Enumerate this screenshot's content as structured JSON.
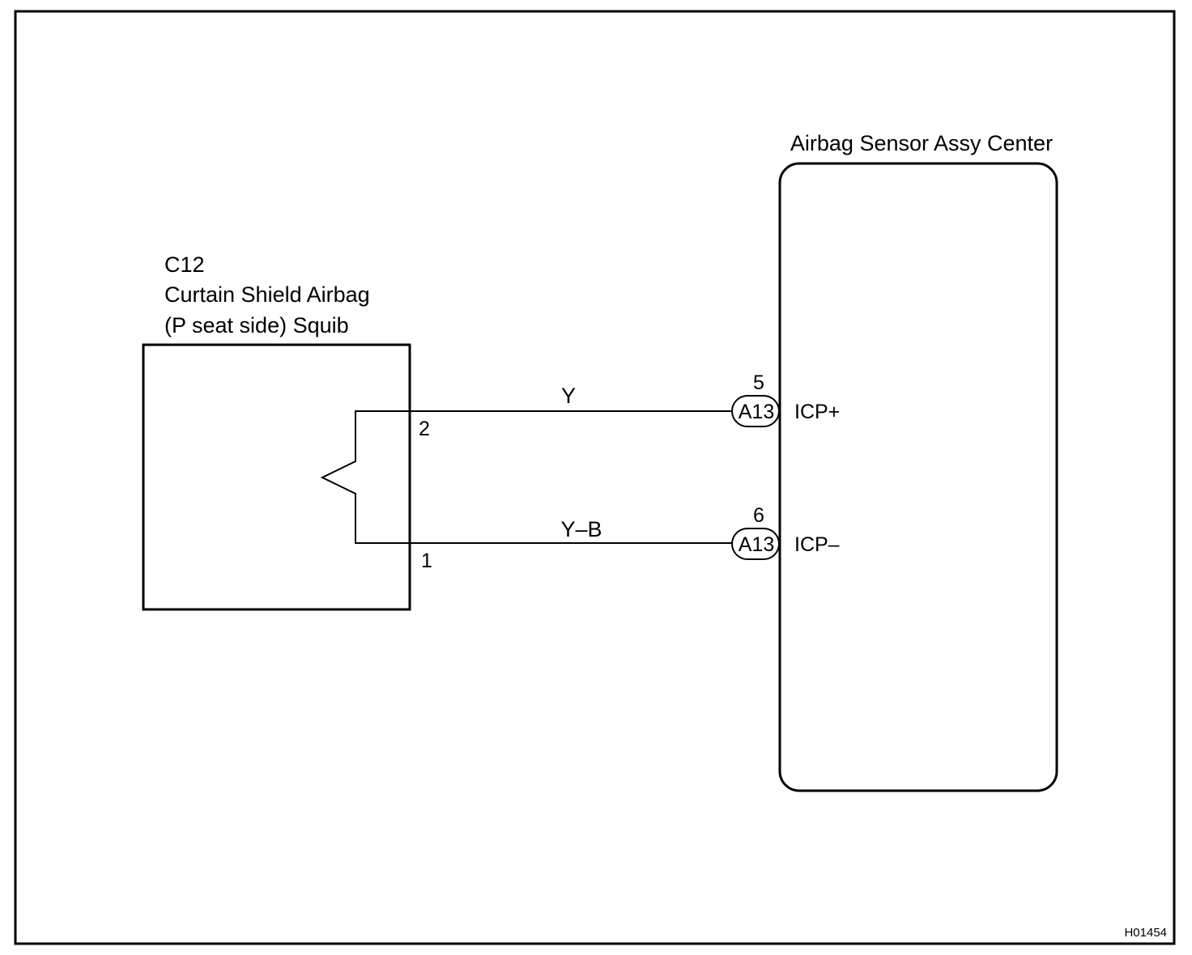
{
  "squib": {
    "code": "C12",
    "name_line1": "Curtain Shield Airbag",
    "name_line2": "(P seat side) Squib",
    "pin_top": "2",
    "pin_bottom": "1"
  },
  "sensor": {
    "title": "Airbag Sensor Assy Center",
    "terminals": [
      {
        "pin": "5",
        "connector": "A13",
        "signal": "ICP+"
      },
      {
        "pin": "6",
        "connector": "A13",
        "signal": "ICP–"
      }
    ]
  },
  "wires": [
    {
      "color_code": "Y"
    },
    {
      "color_code": "Y–B"
    }
  ],
  "figure_id": "H01454"
}
